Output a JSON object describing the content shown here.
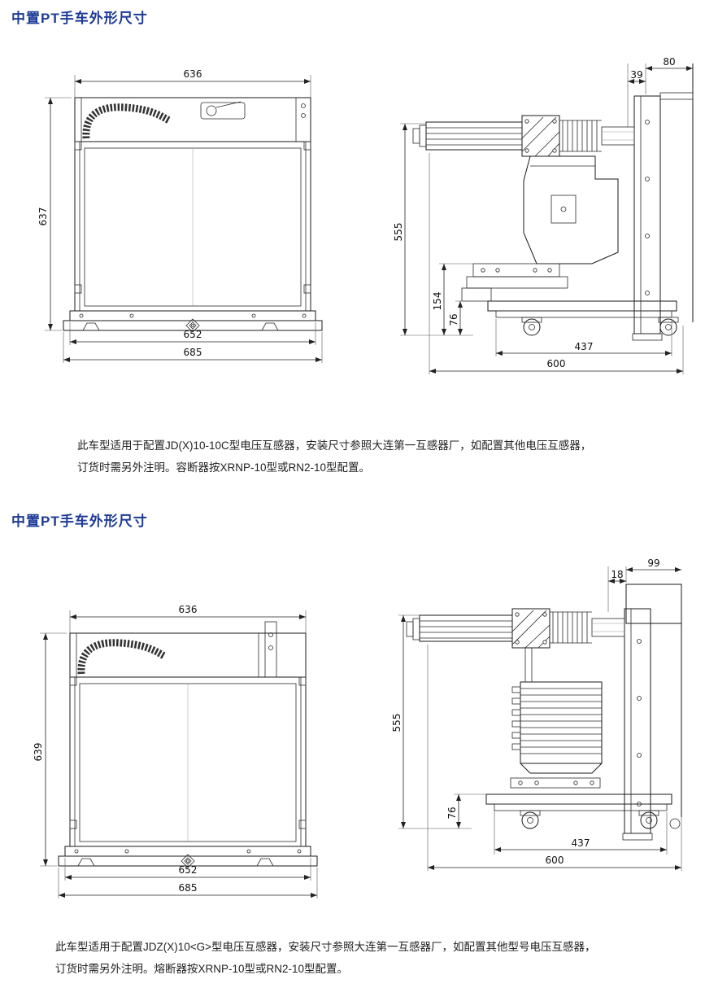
{
  "page": {
    "background": "#ffffff",
    "accent_color": "#1d3b96"
  },
  "section1": {
    "title": "中置PT手车外形尺寸",
    "front_view": {
      "dims": {
        "top_width": "636",
        "left_height": "637",
        "base_inner_width": "652",
        "base_outer_width": "685"
      }
    },
    "side_view": {
      "dims": {
        "top_small": "39",
        "top_large": "80",
        "left_height": "555",
        "bracket_height": "154",
        "rail_height": "76",
        "base_width": "437",
        "overall_depth": "600"
      }
    },
    "note_line1": "此车型适用于配置JD(X)10-10C型电压互感器，安装尺寸参照大连第一互感器厂，如配置其他电压互感器，",
    "note_line2": "订货时需另外注明。容断器按XRNP-10型或RN2-10型配置。"
  },
  "section2": {
    "title": "中置PT手车外形尺寸",
    "front_view": {
      "dims": {
        "top_width": "636",
        "left_height": "639",
        "base_inner_width": "652",
        "base_outer_width": "685"
      }
    },
    "side_view": {
      "dims": {
        "top_small": "18",
        "top_large": "99",
        "left_height": "555",
        "rail_height": "76",
        "base_width": "437",
        "overall_depth": "600"
      }
    },
    "note_line1": "此车型适用于配置JDZ(X)10<G>型电压互感器，安装尺寸参照大连第一互感器厂，如配置其他型号电压互感器，",
    "note_line2": "订货时需另外注明。熔断器按XRNP-10型或RN2-10型配置。"
  }
}
